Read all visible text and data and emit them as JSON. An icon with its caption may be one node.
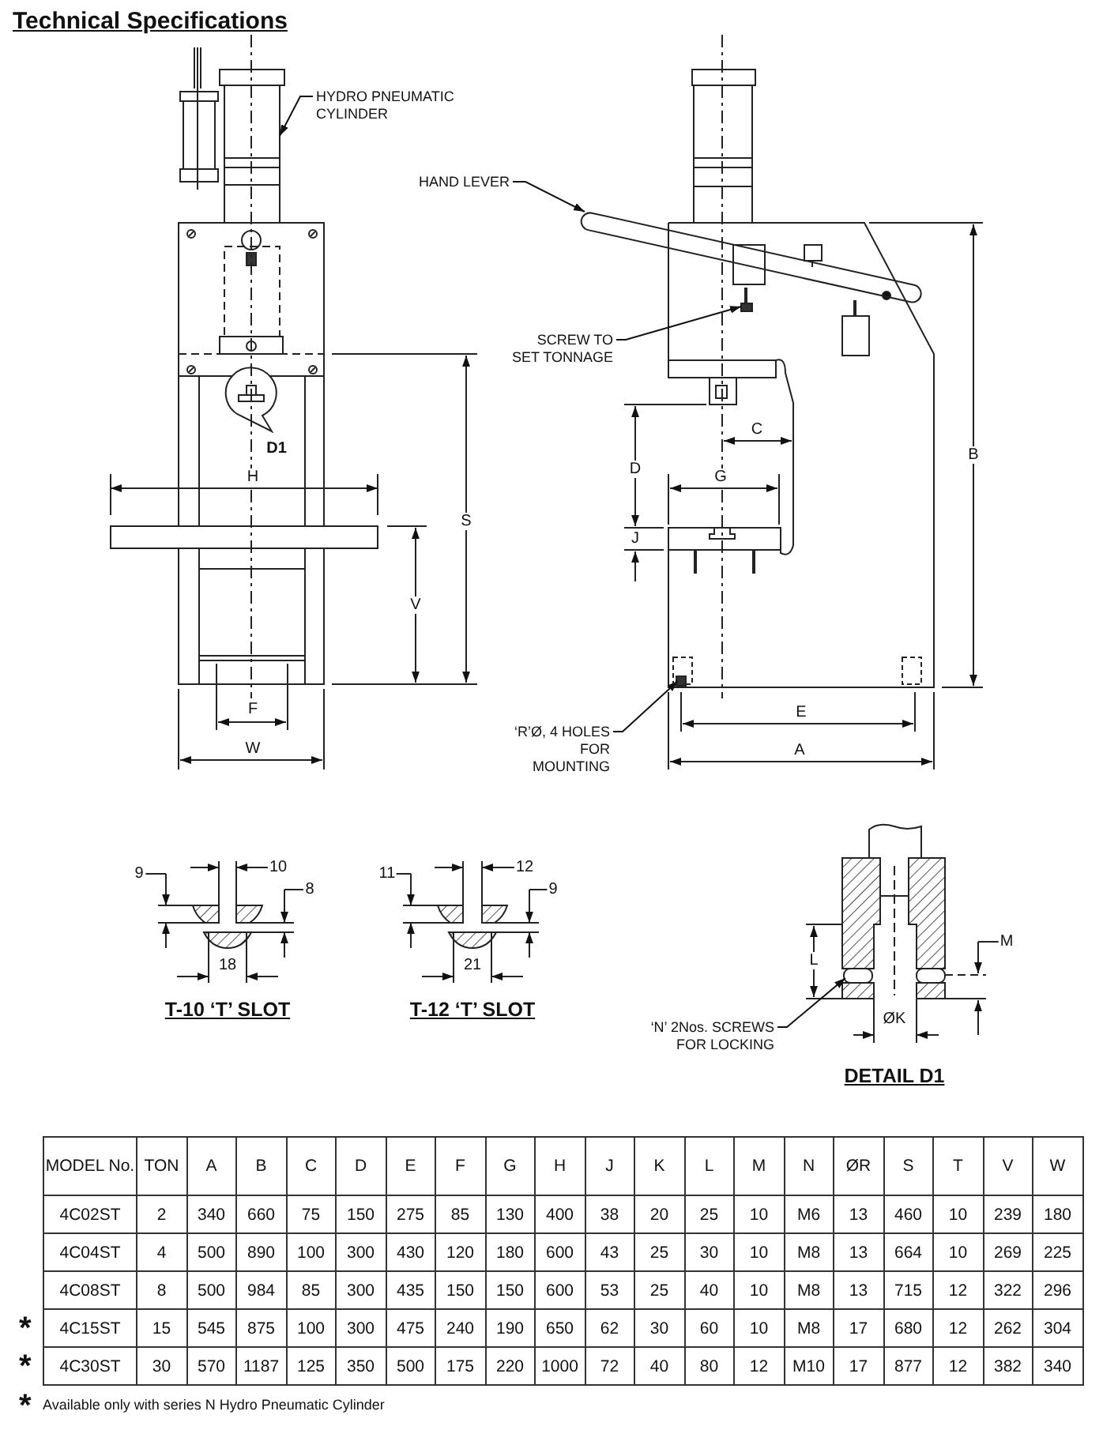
{
  "diagram": {
    "title": "Technical Specifications",
    "nodes": [
      {
        "text": [
          "HYDRO PNEUMATIC CYLINDER"
        ]
      },
      {
        "text": [],
        "shape": "cylinder"
      },
      {
        "text": [
          "HAND LEVER"
        ]
      },
      {
        "text": [],
        "shape": "bar"
      },
      {
        "text": [
          "SCREW TO SET TONNAGE"
        ]
      },
      {
        "text": [],
        "shape": "box"
      },
      {
        "text": [
          "‘R’Ø, 4 HOLES FOR MOUNTING"
        ]
      },
      {
        "text": [],
        "shape": "box"
      },
      {
        "text": [
          "‘N’ 2Nos. SCREWS FOR LOCKING"
        ]
      },
      {
        "text": [],
        "shape": "box"
      }
    ],
    "edges": [
      {
        "from": 0,
        "to": 1,
        "arrow": "to"
      },
      {
        "from": 2,
        "to": 3,
        "arrow": "to"
      },
      {
        "from": 4,
        "to": 5,
        "arrow": "to"
      },
      {
        "from": 6,
        "to": 7,
        "arrow": "to"
      },
      {
        "from": 8,
        "to": 9,
        "arrow": "to"
      }
    ],
    "labels": [
      "D1",
      "H",
      "S",
      "V",
      "F",
      "W",
      "D",
      "J",
      "C",
      "G",
      "B",
      "E",
      "A",
      "9",
      "10",
      "8",
      "18",
      "T-10 ‘T’ SLOT",
      "11",
      "12",
      "9",
      "21",
      "T-12 ‘T’ SLOT",
      "L",
      "M",
      "ØK",
      "DETAIL D1",
      "MODEL No.",
      "TON",
      "A",
      "B",
      "C",
      "D",
      "E",
      "F",
      "G",
      "H",
      "J",
      "K",
      "L",
      "M",
      "N",
      "ØR",
      "S",
      "T",
      "V",
      "W",
      "4C02ST",
      "2",
      "340",
      "660",
      "75",
      "150",
      "275",
      "85",
      "130",
      "400",
      "38",
      "20",
      "25",
      "10",
      "M6",
      "13",
      "460",
      "10",
      "239",
      "180",
      "4C04ST",
      "4",
      "500",
      "890",
      "100",
      "300",
      "430",
      "120",
      "180",
      "600",
      "43",
      "25",
      "30",
      "10",
      "M8",
      "13",
      "664",
      "10",
      "269",
      "225",
      "4C08ST",
      "8",
      "500",
      "984",
      "85",
      "300",
      "435",
      "150",
      "150",
      "600",
      "53",
      "25",
      "40",
      "10",
      "M8",
      "13",
      "715",
      "12",
      "322",
      "296",
      "*",
      "4C15ST",
      "15",
      "545",
      "875",
      "100",
      "300",
      "475",
      "240",
      "190",
      "650",
      "62",
      "30",
      "60",
      "10",
      "M8",
      "17",
      "680",
      "12",
      "262",
      "304",
      "*",
      "4C30ST",
      "30",
      "570",
      "1187",
      "125",
      "350",
      "500",
      "175",
      "220",
      "1000",
      "72",
      "40",
      "80",
      "12",
      "M10",
      "17",
      "877",
      "12",
      "382",
      "340",
      "*",
      "Available only with series N Hydro Pneumatic Cylinder"
    ]
  }
}
